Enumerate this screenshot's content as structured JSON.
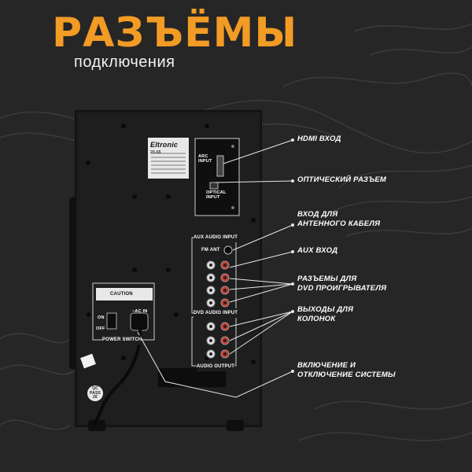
{
  "title": "РАЗЪЁМЫ",
  "subtitle": "подключения",
  "callouts": [
    {
      "text": "HDMI ВХОД"
    },
    {
      "text": "ОПТИЧЕСКИЙ РАЗЪЕМ"
    },
    {
      "text": "ВХОД ДЛЯ\nАНТЕННОГО КАБЕЛЯ"
    },
    {
      "text": "AUX ВХОД"
    },
    {
      "text": "РАЗЪЕМЫ ДЛЯ\nDVD ПРОИГРЫВАТЕЛЯ"
    },
    {
      "text": "ВЫХОДЫ ДЛЯ\nКОЛОНОК"
    },
    {
      "text": "ВКЛЮЧЕНИЕ И\nОТКЛЮЧЕНИЕ СИСТЕМЫ"
    }
  ],
  "device": {
    "brand": "Eltronic",
    "model": "20-65",
    "arc_label": "ARC\nINPUT",
    "optical_label": "OPTICAL\nINPUT",
    "aux_panel_title": "AUX AUDIO INPUT",
    "fm_label": "FM ANT",
    "dvd_panel_title": "DVD AUDIO INPUT",
    "audio_output_title": "AUDIO OUTPUT",
    "caution_title": "CAUTION",
    "power_switch_label": "POWER SWITCH",
    "on_label": "ON",
    "off_label": "OFF",
    "ac_in_label": "~AC IN",
    "qc_label": "QC\nPASS\n26"
  },
  "colors": {
    "accent": "#f29b25",
    "background": "#262626",
    "cabinet": "#1b1b1b"
  }
}
